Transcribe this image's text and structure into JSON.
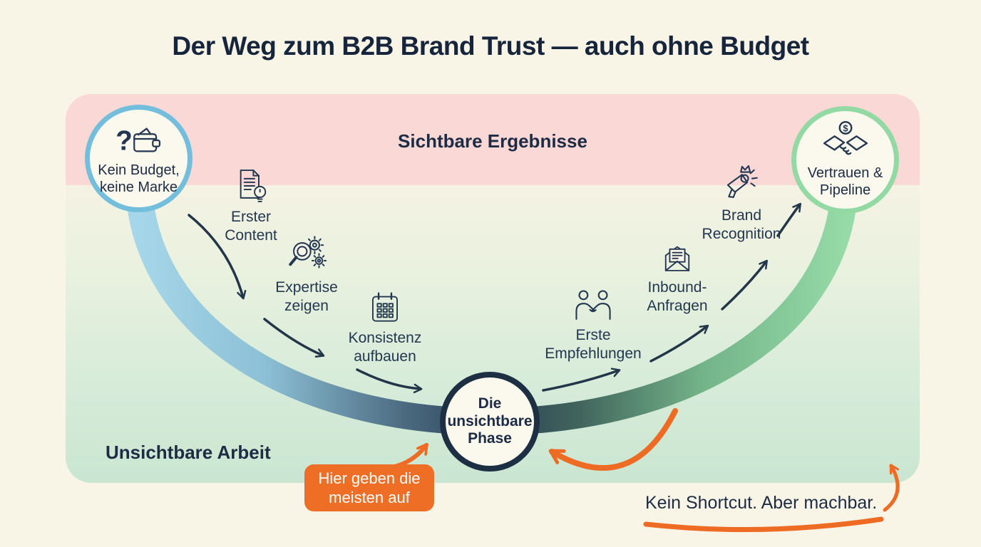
{
  "title": "Der Weg zum B2B Brand Trust — auch ohne Budget",
  "zones": {
    "visible": "Sichtbare Ergebnisse",
    "invisible": "Unsichtbare Arbeit"
  },
  "nodes": {
    "start": {
      "label": "Kein Budget, keine Marke",
      "icon": "wallet-question-icon"
    },
    "center": {
      "label": "Die unsichtbare Phase"
    },
    "end": {
      "label": "Vertrauen & Pipeline",
      "icon": "handshake-dollar-icon"
    }
  },
  "steps": [
    {
      "label": "Erster Content",
      "icon": "document-lightbulb-icon"
    },
    {
      "label": "Expertise zeigen",
      "icon": "magnifier-gears-icon"
    },
    {
      "label": "Konsistenz aufbauen",
      "icon": "calendar-icon"
    },
    {
      "label": "Erste Empfehlungen",
      "icon": "people-handshake-icon"
    },
    {
      "label": "Inbound-Anfragen",
      "icon": "open-envelope-icon"
    },
    {
      "label": "Brand Recognition",
      "icon": "megaphone-crown-icon"
    }
  ],
  "annotations": {
    "giveup": "Hier geben die meisten auf",
    "note": "Kein Shortcut. Aber machbar."
  },
  "icon_glyphs": {
    "question": "?",
    "dollar": "$"
  },
  "colors": {
    "background": "#f8f4e6",
    "pink_band": "#f9d8d6",
    "green_zone": "#c9e6d1",
    "navy": "#1d2c44",
    "orange": "#ee6b23",
    "curve_blue": "#a6d6e9",
    "curve_green": "#95daa7",
    "start_border": "#74bedd",
    "end_border": "#92d9a4",
    "node_fill": "#fbf8ee"
  }
}
